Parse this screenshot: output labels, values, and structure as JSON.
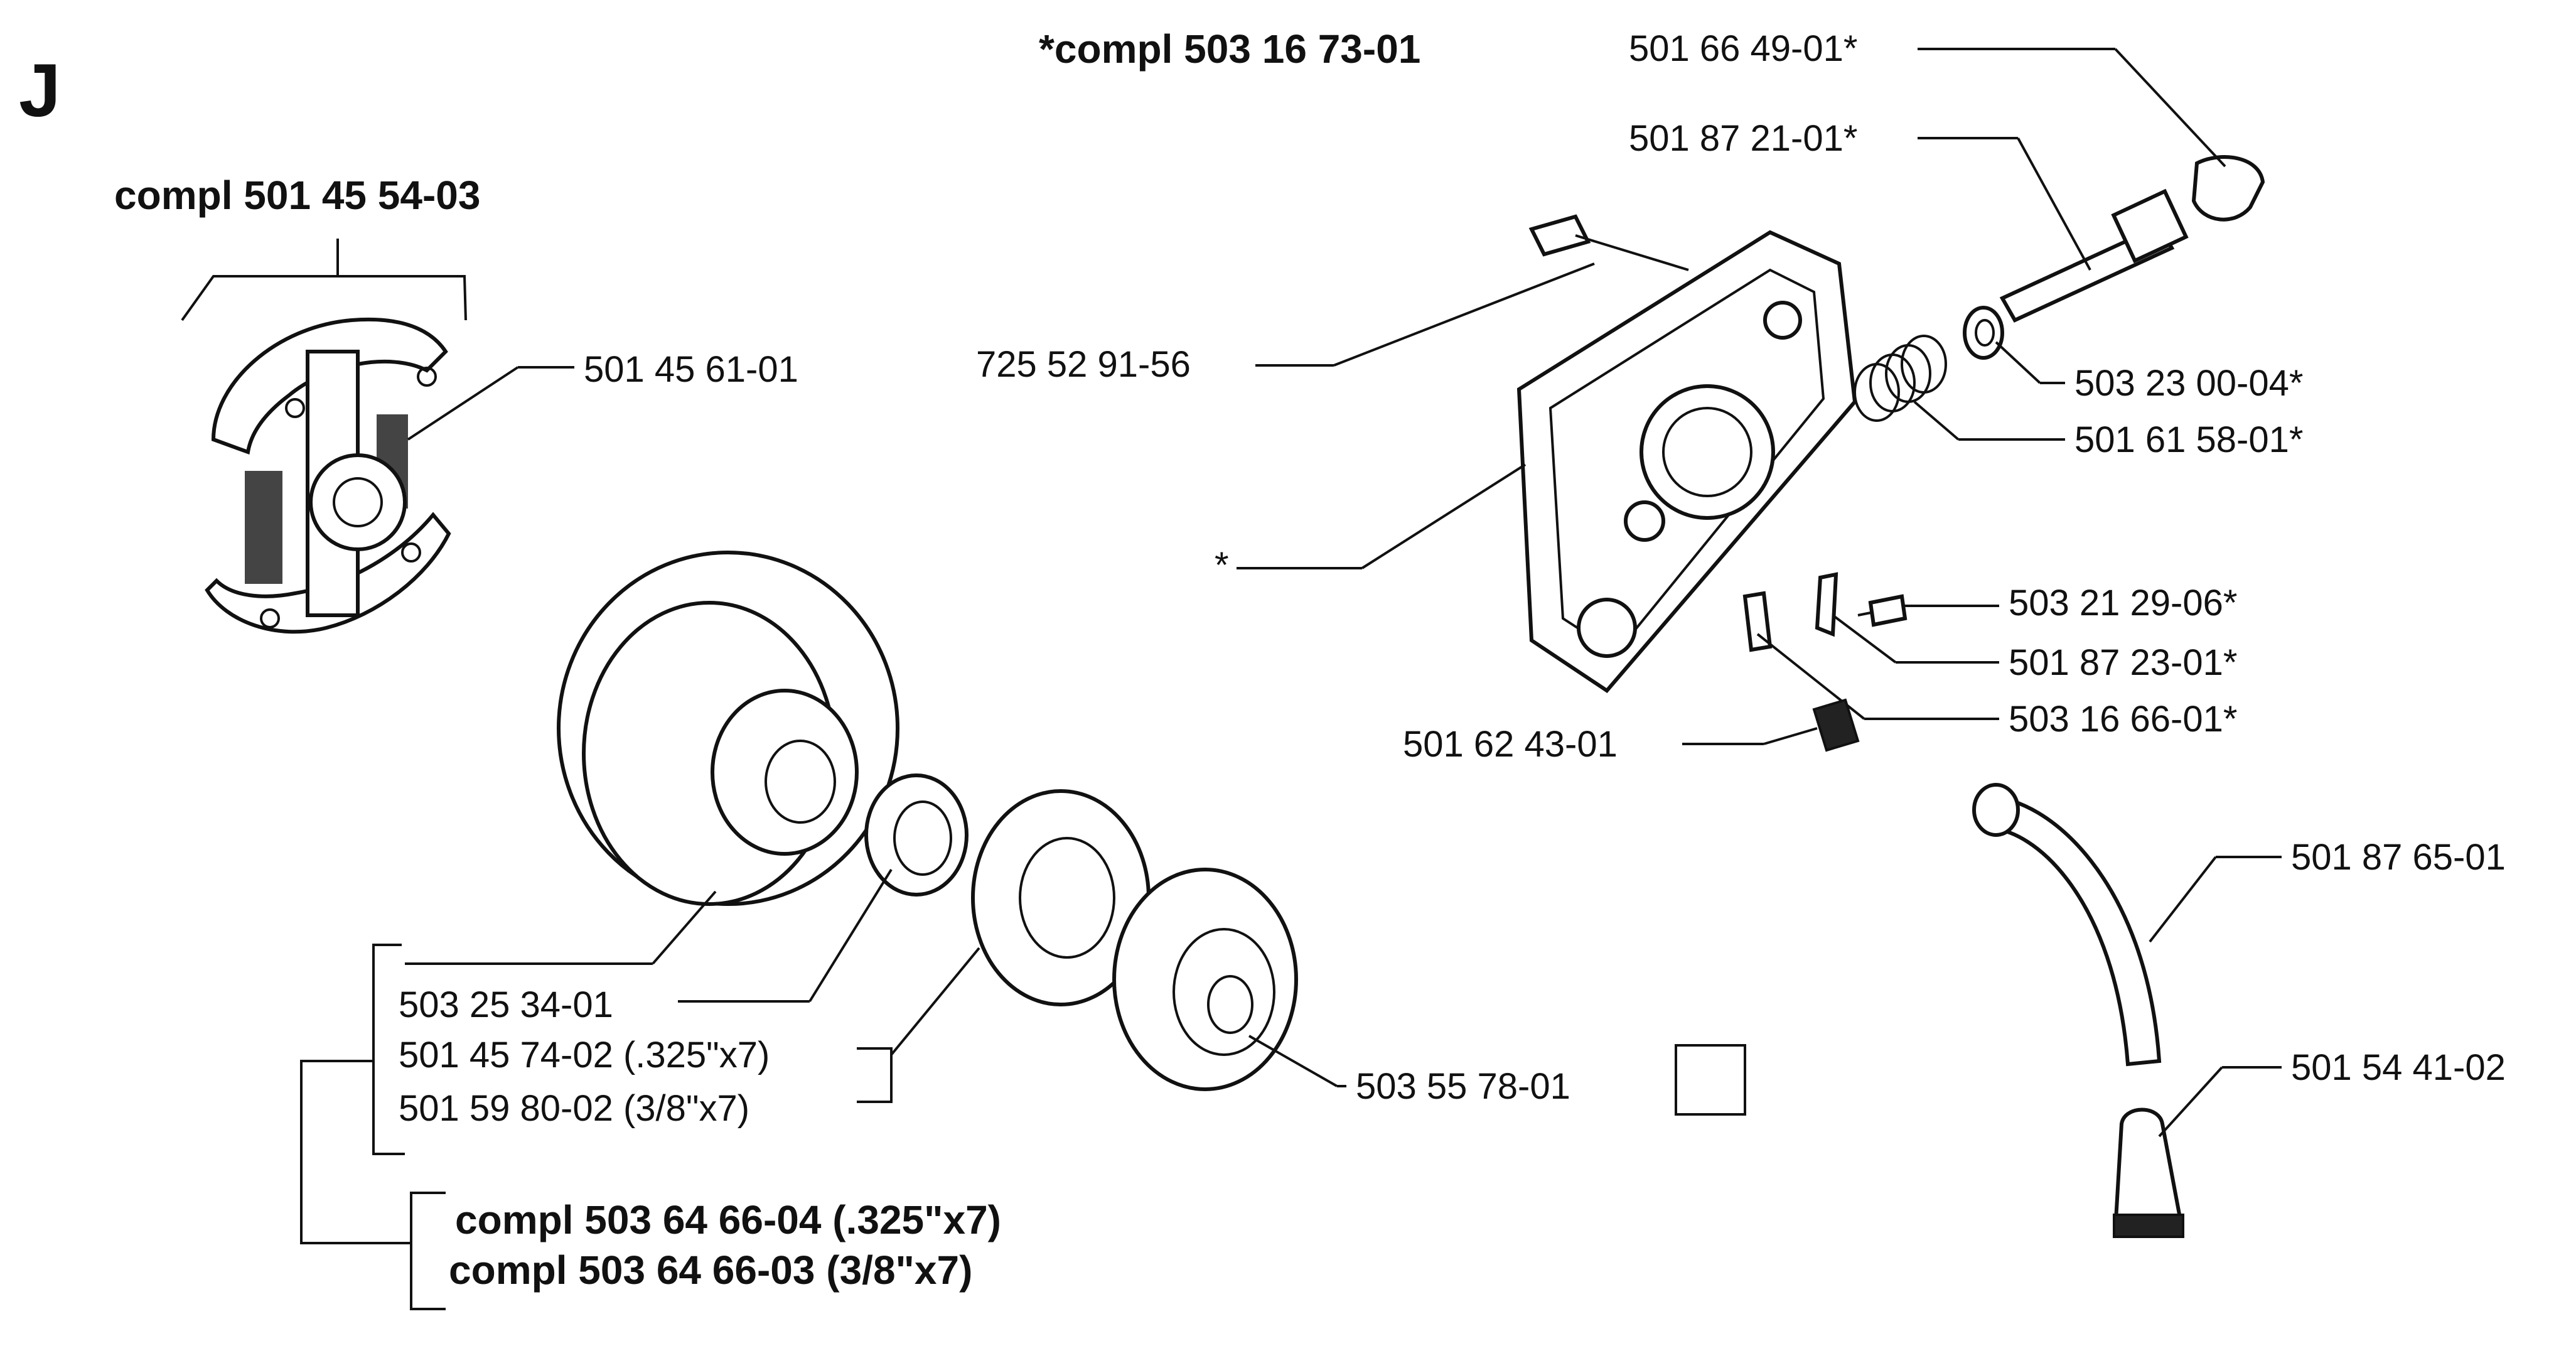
{
  "section": "J",
  "assemblies": {
    "clutch_compl": "compl 501 45 54-03",
    "oil_pump_compl": "*compl 503 16 73-01",
    "drum_compl_325": "compl 503 64 66-04 (.325\"x7)",
    "drum_compl_38": "compl 503 64 66-03 (3/8\"x7)"
  },
  "parts": {
    "clutch_spring": "501 45 61-01",
    "clutch_drum": "503 25 34-01",
    "rim_325": "501 45 74-02 (.325\"x7)",
    "rim_38": "501 59 80-02 (3/8\"x7)",
    "spur_sprocket": "503 55 78-01",
    "screw": "725 52 91-56",
    "pump_body": "*",
    "cap": "501 66 49-01*",
    "worm_shaft": "501 87 21-01*",
    "washer": "503 23 00-04*",
    "spring": "501 61 58-01*",
    "screw_small": "503 21 29-06*",
    "adjuster": "501 87 23-01*",
    "valve": "503 16 66-01*",
    "nut": "501 62 43-01",
    "oil_hose": "501 87 65-01",
    "oil_filter": "501 54 41-02"
  }
}
